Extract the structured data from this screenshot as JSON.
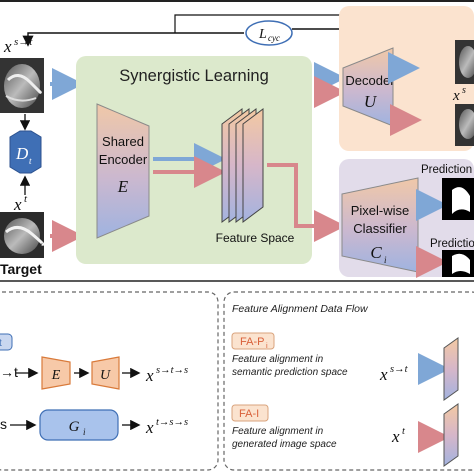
{
  "main": {
    "lcyc": "L",
    "lcyc_sub": "cyc",
    "xst": {
      "base": "x",
      "sup": "s→t"
    },
    "dt": {
      "base": "D",
      "sub": "t"
    },
    "xt": {
      "base": "x",
      "sup": "t"
    },
    "target": "Target",
    "synergistic": "Synergistic Learning",
    "encoder": {
      "line1": "Shared",
      "line2": "Encoder",
      "sym": "E"
    },
    "feature_space": "Feature Space",
    "decoder": {
      "line1": "Decoder",
      "sym": "U"
    },
    "decoder_out": {
      "base": "x",
      "sup": "s"
    },
    "classifier": {
      "line1": "Pixel-wise",
      "line2": "Classifier",
      "sym": "C",
      "sym_sub": "i"
    },
    "prediction1": "Prediction",
    "prediction2": "Predictio"
  },
  "legend_left": {
    "row1_label": "→t",
    "row1_pre": "t",
    "e": "E",
    "u": "U",
    "out1": {
      "base": "x",
      "sup": "s→t→s"
    },
    "row2_pre": "s",
    "g": {
      "base": "G",
      "sub": "i"
    },
    "out2": {
      "base": "x",
      "sup": "t→s→s"
    }
  },
  "legend_right": {
    "title": "Feature Alignment Data Flow",
    "fap": {
      "tag": "FA-P",
      "sub": "i",
      "desc1": "Feature alignment in",
      "desc2": "semantic prediction space"
    },
    "fai": {
      "tag": "FA-I",
      "desc1": "Feature alignment in",
      "desc2": "generated image space"
    },
    "x1": {
      "base": "x",
      "sup": "s→t"
    },
    "x2": {
      "base": "x",
      "sup": "t"
    }
  },
  "colors": {
    "green_panel": "#dce9cc",
    "orange_panel": "#fbe3cf",
    "purple_panel": "#e2dcea",
    "blue_arrow": "#7fa7d6",
    "red_arrow": "#d8878c",
    "trap_top": "#e8c7b7",
    "trap_bottom": "#a8b6e0"
  }
}
